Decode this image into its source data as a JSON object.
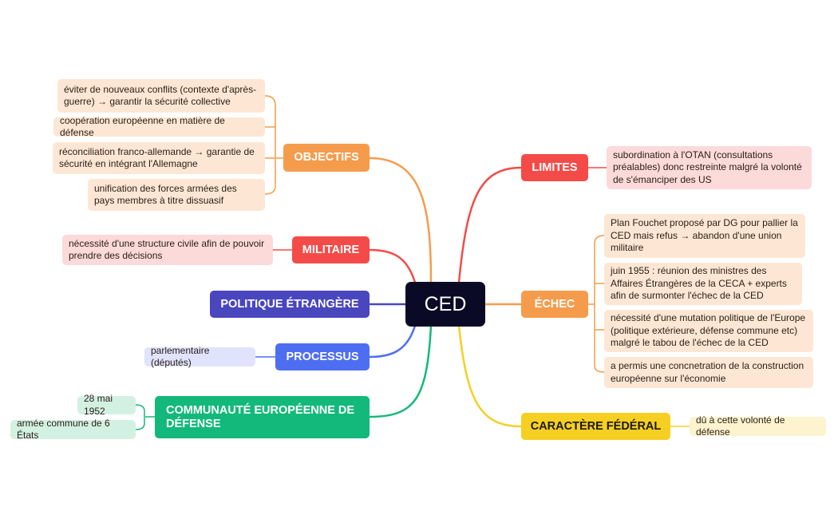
{
  "center": {
    "label": "CED"
  },
  "branches": {
    "objectifs": {
      "label": "OBJECTIFS",
      "color": "#f59c4c"
    },
    "militaire": {
      "label": "MILITAIRE",
      "color": "#f44b48"
    },
    "politique": {
      "label": "POLITIQUE ÉTRANGÈRE",
      "color": "#4a46be"
    },
    "processus": {
      "label": "PROCESSUS",
      "color": "#4e6ef2"
    },
    "communaute": {
      "label": "COMMUNAUTÉ EUROPÉENNE DE DÉFENSE",
      "color": "#13b97a"
    },
    "limites": {
      "label": "LIMITES",
      "color": "#f44b48"
    },
    "echec": {
      "label": "ÉCHEC",
      "color": "#f59c4c"
    },
    "federal": {
      "label": "CARACTÈRE FÉDÉRAL",
      "color": "#f6cf23"
    }
  },
  "leaves": {
    "objectifs": [
      "éviter de nouveaux conflits (contexte d'après-guerre) → garantir la sécurité collective",
      "coopération européenne en matière de défense",
      "réconciliation franco-allemande → garantie de sécurité en intégrant l'Allemagne",
      "unification des forces armées des pays membres à titre dissuasif"
    ],
    "militaire": [
      "nécessité d'une structure civile afin de pouvoir prendre des décisions"
    ],
    "processus": [
      "parlementaire (députés)"
    ],
    "communaute": [
      "28 mai 1952",
      "armée commune de 6 États"
    ],
    "limites": [
      "subordination à l'OTAN (consultations préalables) donc restreinte malgré la volonté de s'émanciper des US"
    ],
    "echec": [
      "Plan Fouchet proposé par DG pour pallier la CED mais refus → abandon d'une union militaire",
      "juin 1955 : réunion des ministres des Affaires Étrangères de la CECA + experts afin de surmonter l'échec de la CED",
      "nécessité d'une mutation politique de l'Europe (politique extérieure, défense commune etc) malgré le tabou de l'échec de la CED",
      "a permis une concnetration de la construction européenne sur l'économie"
    ],
    "federal": [
      "dû à cette volonté de défense"
    ]
  }
}
